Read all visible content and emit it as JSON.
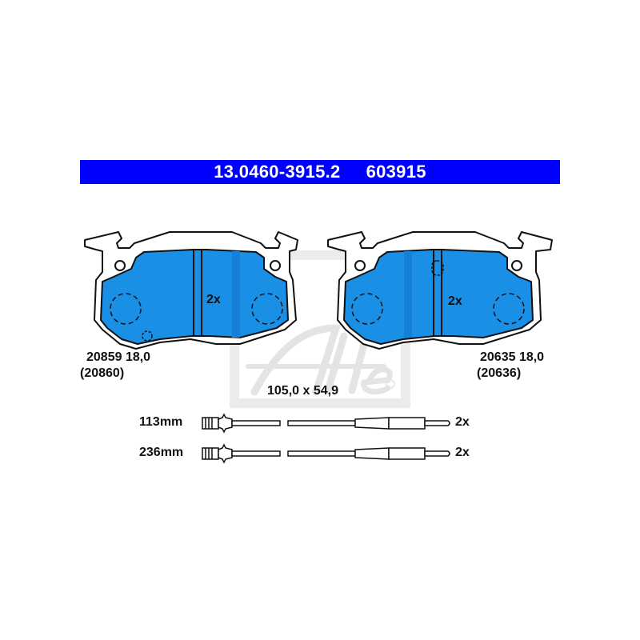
{
  "header": {
    "part_number": "13.0460-3915.2",
    "article_number": "603915",
    "background_color": "#0000ff",
    "text_color": "#ffffff"
  },
  "pads": [
    {
      "side": "left",
      "quantity": "2x",
      "code": "20859 18,0",
      "alt_code": "(20860)",
      "fill_color": "#1a8fe6"
    },
    {
      "side": "right",
      "quantity": "2x",
      "code": "20635 18,0",
      "alt_code": "(20636)",
      "fill_color": "#1a8fe6"
    }
  ],
  "dimensions": "105,0 x 54,9",
  "watermark": {
    "brand": "Ate",
    "registered": "®",
    "color": "#e6e6e6"
  },
  "wear_sensors": [
    {
      "length": "113mm",
      "quantity": "2x"
    },
    {
      "length": "236mm",
      "quantity": "2x"
    }
  ]
}
